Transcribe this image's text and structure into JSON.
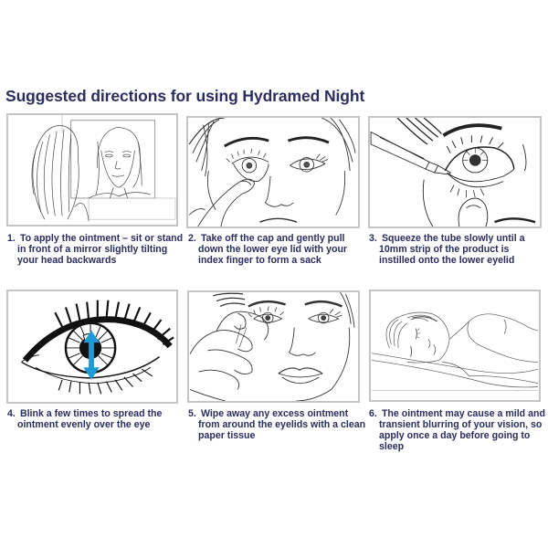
{
  "document": {
    "title": "Suggested directions for using Hydramed Night",
    "accent_color": "#2b2d5e",
    "highlight_color": "#1e9ad6",
    "border_color": "#c4c4c4"
  },
  "steps": [
    {
      "number": "1.",
      "text": "To apply the ointment – sit or stand in front of a mirror slightly tilting your head backwards",
      "illustration": "woman-looking-in-mirror"
    },
    {
      "number": "2.",
      "text": "Take off the cap and gently pull down the lower eye lid with your index finger to form a sack",
      "illustration": "finger-pulling-lower-eyelid"
    },
    {
      "number": "3.",
      "text": "Squeeze the tube slowly until a 10mm strip of the product is instilled onto the lower eyelid",
      "illustration": "tube-applying-ointment-to-eye"
    },
    {
      "number": "4.",
      "text": "Blink a few times to spread the ointment evenly over the eye",
      "illustration": "eye-with-blink-arrow"
    },
    {
      "number": "5.",
      "text": "Wipe away any excess ointment from around the eyelids with a clean paper tissue",
      "illustration": "hand-wiping-eye-with-tissue"
    },
    {
      "number": "6.",
      "text": "The ointment may cause a mild and transient blurring of your vision, so apply once a day before going to sleep",
      "illustration": "woman-sleeping"
    }
  ]
}
